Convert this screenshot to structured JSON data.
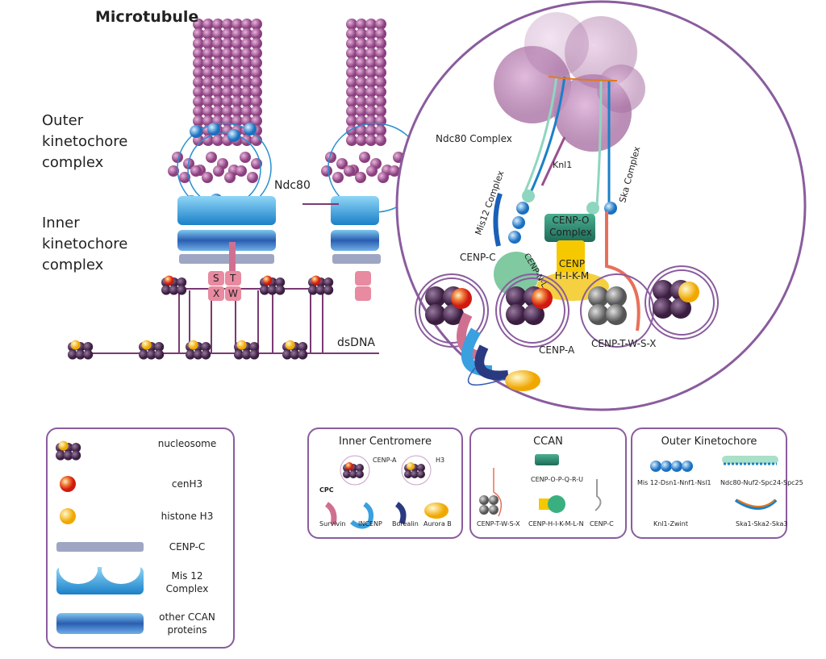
{
  "diagram": {
    "title": "Microtubule",
    "outer_label": [
      "Outer",
      "kinetochore",
      "complex"
    ],
    "inner_label": [
      "Inner",
      "kinetochore",
      "complex"
    ],
    "ndc80_label": "Ndc80",
    "dsdna_label": "dsDNA",
    "stwx": [
      "S",
      "T",
      "X",
      "W"
    ],
    "zoom": {
      "ndc80_complex": "Ndc80 Complex",
      "knl1": "Knl1",
      "mis12_complex": "Mis12 Complex",
      "ska_complex": "Ska Complex",
      "cenp_o": [
        "CENP-O",
        "Complex"
      ],
      "cenp_hikm": [
        "CENP",
        "H-I-K-M"
      ],
      "cenp_c": "CENP-C",
      "cenp_nl": "CENP-N-L",
      "cenp_a": "CENP-A",
      "cenp_twsx": "CENP-T-W-S-X"
    }
  },
  "legend": {
    "items": [
      {
        "label": "nucleosome",
        "icon": "nucleosome-icon"
      },
      {
        "label": "cenH3",
        "icon": "red-sphere-icon",
        "color": "#e8321e"
      },
      {
        "label": "histone H3",
        "icon": "yellow-sphere-icon",
        "color": "#f5b800"
      },
      {
        "label": "CENP-C",
        "icon": "grey-bar-icon",
        "color": "#9ea6c4"
      },
      {
        "label": "Mis 12 Complex",
        "lines": [
          "Mis 12",
          "Complex"
        ],
        "icon": "mis12-icon",
        "color": "#2a8fd0"
      },
      {
        "label": "other CCAN proteins",
        "lines": [
          "other CCAN",
          "proteins"
        ],
        "icon": "ccan-bar-icon",
        "color": "#3a5db0"
      }
    ]
  },
  "inner_centromere": {
    "title": "Inner Centromere",
    "cenp_a": "CENP-A",
    "h3": "H3",
    "cpc": "CPC",
    "items": [
      "Survivin",
      "INCENP",
      "Borealin",
      "Aurora B"
    ]
  },
  "ccan": {
    "title": "CCAN",
    "items": [
      "CENP-O-P-Q-R-U",
      "CENP-T-W-S-X",
      "CENP-H-I-K-M-L-N",
      "CENP-C"
    ]
  },
  "outer_kinetochore": {
    "title": "Outer Kinetochore",
    "items": [
      "Mis 12-Dsn1-Nnf1-Nsl1",
      "Ndc80-Nuf2-Spc24-Spc25",
      "Knl1-Zwint",
      "Ska1-Ska2-Ska3"
    ]
  },
  "colors": {
    "frame": "#8a5c9e",
    "microtubule": "#9a4f8e",
    "nucleosome": "#4a2a50",
    "dna": "#7a3a72"
  }
}
